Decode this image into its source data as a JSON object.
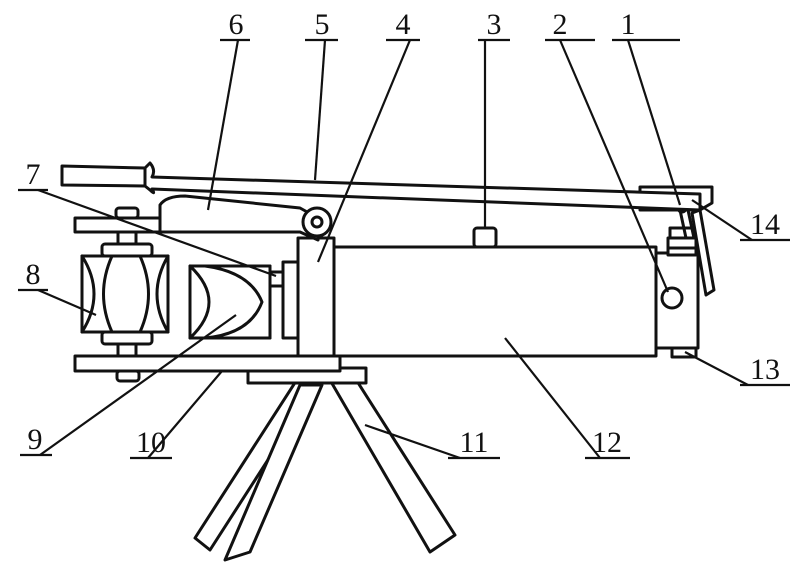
{
  "figure": {
    "labels": [
      {
        "id": "part-1",
        "text": "1"
      },
      {
        "id": "part-2",
        "text": "2"
      },
      {
        "id": "part-3",
        "text": "3"
      },
      {
        "id": "part-4",
        "text": "4"
      },
      {
        "id": "part-5",
        "text": "5"
      },
      {
        "id": "part-6",
        "text": "6"
      },
      {
        "id": "part-7",
        "text": "7"
      },
      {
        "id": "part-8",
        "text": "8"
      },
      {
        "id": "part-9",
        "text": "9"
      },
      {
        "id": "part-10",
        "text": "10"
      },
      {
        "id": "part-11",
        "text": "11"
      },
      {
        "id": "part-12",
        "text": "12"
      },
      {
        "id": "part-13",
        "text": "13"
      },
      {
        "id": "part-14",
        "text": "14"
      }
    ]
  }
}
